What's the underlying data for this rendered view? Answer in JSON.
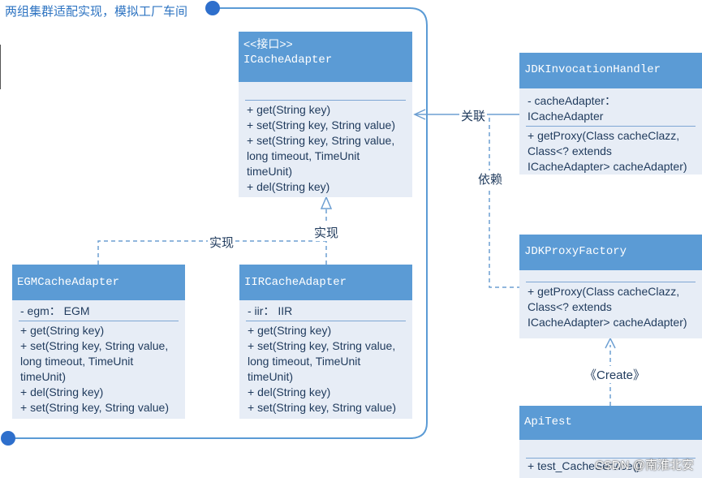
{
  "frame": {
    "title": "两组集群适配实现，模拟工厂车间"
  },
  "icache": {
    "stereotype": "<<接口>>",
    "name": "ICacheAdapter",
    "methods": [
      "+ get(String key)",
      "+ set(String key, String value)",
      "+ set(String key, String value,",
      "long timeout, TimeUnit",
      "timeUnit)",
      "+ del(String key)"
    ]
  },
  "egm": {
    "name": "EGMCacheAdapter",
    "fields": [
      "- egm： EGM"
    ],
    "methods": [
      "+ get(String key)",
      "+ set(String key, String value,",
      "long timeout, TimeUnit",
      "timeUnit)",
      "+ del(String key)",
      "+ set(String key, String value)"
    ]
  },
  "iir": {
    "name": "IIRCacheAdapter",
    "fields": [
      "- iir： IIR"
    ],
    "methods": [
      "+ get(String key)",
      "+ set(String key, String value,",
      "long timeout, TimeUnit",
      "timeUnit)",
      "+ del(String key)",
      "+ set(String key, String value)"
    ]
  },
  "handler": {
    "name": "JDKInvocationHandler",
    "fields": [
      "- cacheAdapter：",
      "ICacheAdapter"
    ],
    "methods": [
      "+ getProxy(Class cacheClazz,",
      "Class<? extends",
      "ICacheAdapter> cacheAdapter)"
    ]
  },
  "factory": {
    "name": "JDKProxyFactory",
    "methods": [
      "+ getProxy(Class cacheClazz,",
      "Class<? extends",
      "ICacheAdapter> cacheAdapter)"
    ]
  },
  "apitest": {
    "name": "ApiTest",
    "methods": [
      "+ test_CacheService()"
    ]
  },
  "labels": {
    "impl_left": "实现",
    "impl_right": "实现",
    "association": "关联",
    "dependency": "依赖",
    "create": "《Create》"
  },
  "watermark": "CSDN @南淮北安",
  "colors": {
    "header": "#5b9bd5",
    "body": "#e7edf6",
    "frame": "#5b9bd5",
    "line": "#6d9fd2"
  }
}
